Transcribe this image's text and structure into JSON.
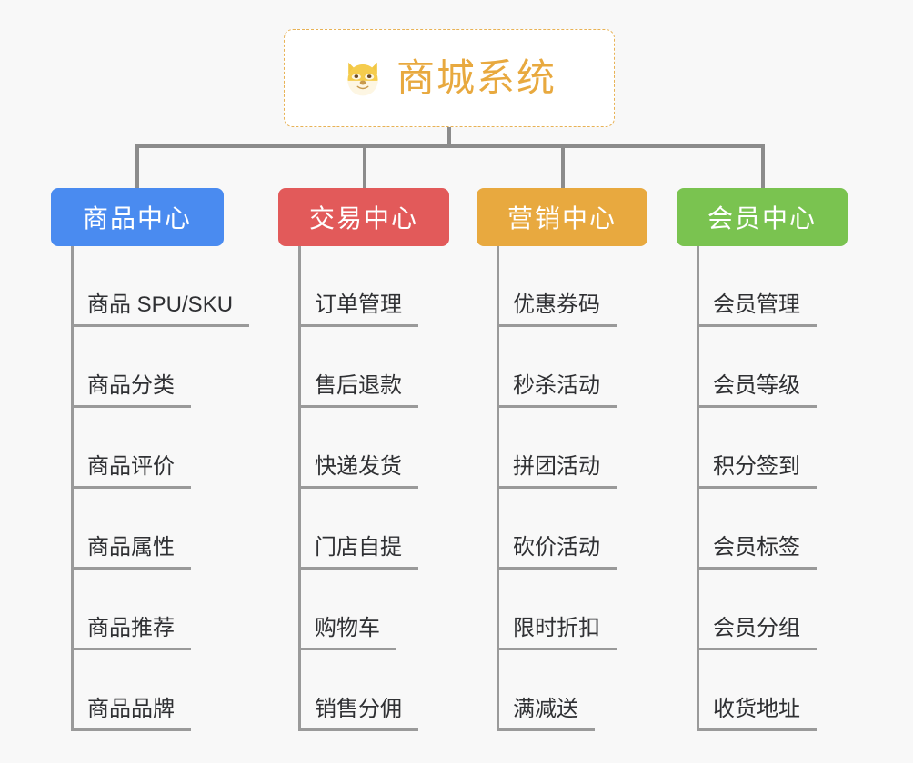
{
  "root": {
    "title": "商城系统",
    "icon": "shiba-dog-face-emoji"
  },
  "theme": {
    "background": "#f8f8f8",
    "root_border": "#e8b255",
    "root_text": "#e8a93f",
    "connector": "#8c8c8c",
    "trunk": "#9a9a9a",
    "leaf_text": "#2f3033"
  },
  "categories": [
    {
      "label": "商品中心",
      "color": "#4a8bf0",
      "items": [
        "商品 SPU/SKU",
        "商品分类",
        "商品评价",
        "商品属性",
        "商品推荐",
        "商品品牌"
      ]
    },
    {
      "label": "交易中心",
      "color": "#e25a5a",
      "items": [
        "订单管理",
        "售后退款",
        "快递发货",
        "门店自提",
        "购物车",
        "销售分佣"
      ]
    },
    {
      "label": "营销中心",
      "color": "#e8a93f",
      "items": [
        "优惠券码",
        "秒杀活动",
        "拼团活动",
        "砍价活动",
        "限时折扣",
        "满减送"
      ]
    },
    {
      "label": "会员中心",
      "color": "#7ac350",
      "items": [
        "会员管理",
        "会员等级",
        "积分签到",
        "会员标签",
        "会员分组",
        "收货地址"
      ]
    }
  ]
}
